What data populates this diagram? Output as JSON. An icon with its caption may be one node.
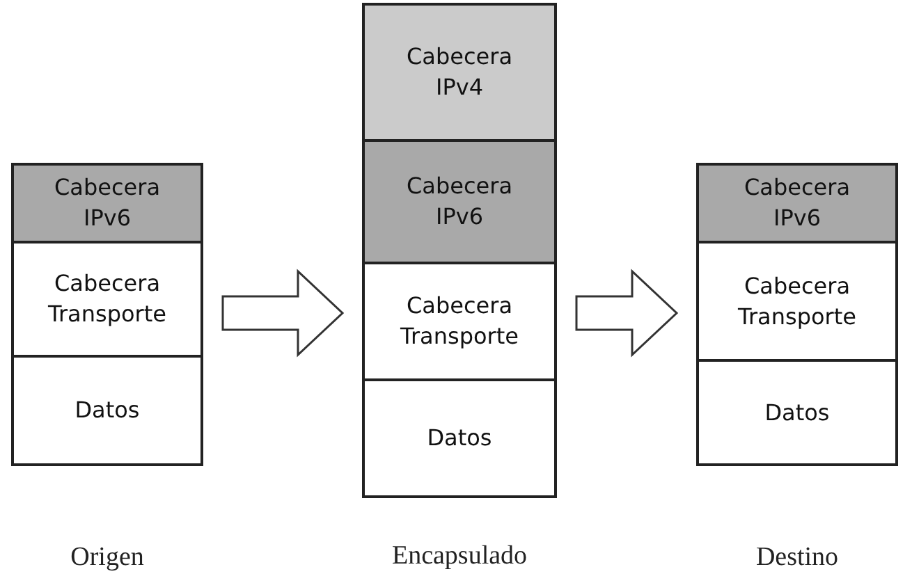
{
  "diagram": {
    "nodes": [
      {
        "text": [
          "Origen"
        ]
      },
      {
        "text": [
          "Cabecera IPv6"
        ],
        "in": 0
      },
      {
        "text": [
          "Cabecera Transporte"
        ],
        "in": 0
      },
      {
        "text": [
          "Datos"
        ],
        "in": 0
      },
      {
        "text": [
          "Encapsulado"
        ]
      },
      {
        "text": [
          "Cabecera IPv4"
        ],
        "in": 4
      },
      {
        "text": [
          "Cabecera IPv6"
        ],
        "in": 4
      },
      {
        "text": [
          "Cabecera Transporte"
        ],
        "in": 4
      },
      {
        "text": [
          "Datos"
        ],
        "in": 4
      },
      {
        "text": [
          "Destino"
        ]
      },
      {
        "text": [
          "Cabecera IPv6"
        ],
        "in": 9
      },
      {
        "text": [
          "Cabecera Transporte"
        ],
        "in": 9
      },
      {
        "text": [
          "Datos"
        ],
        "in": 9
      }
    ],
    "edges": [
      {
        "from": 0,
        "to": 4,
        "arrow": "to"
      },
      {
        "from": 4,
        "to": 9,
        "arrow": "to"
      }
    ]
  }
}
